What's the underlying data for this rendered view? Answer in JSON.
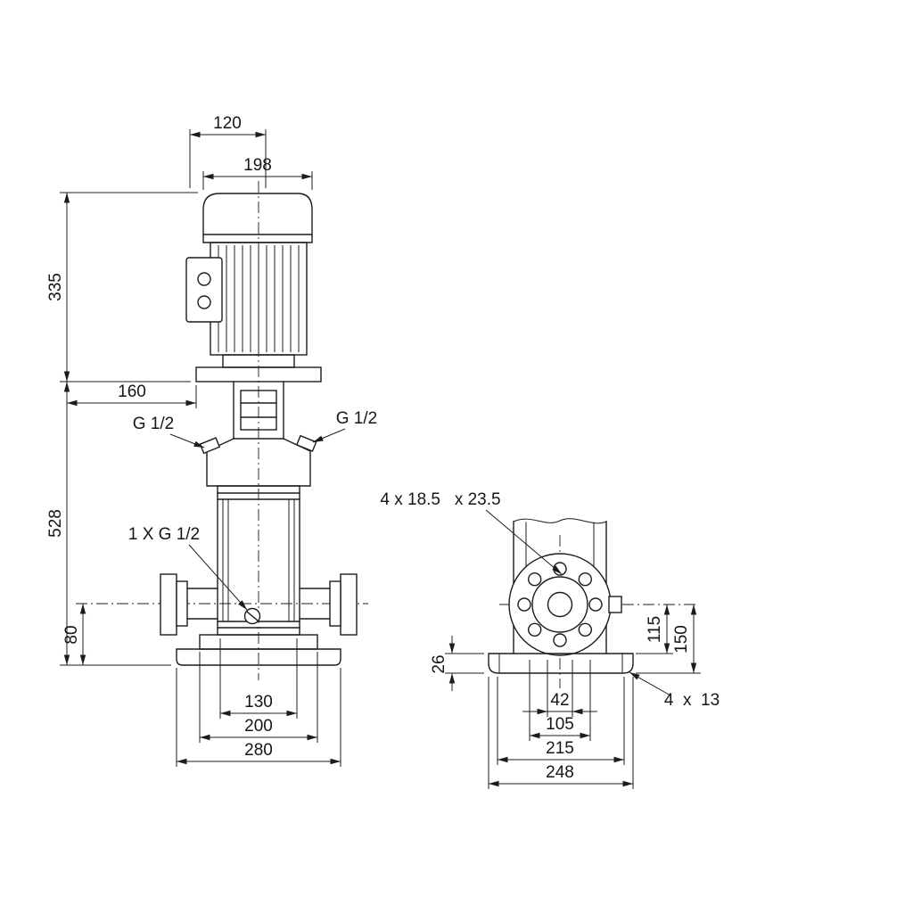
{
  "canvas": {
    "background": "#ffffff",
    "line_color": "#1c1c1c"
  },
  "front_view": {
    "dims": {
      "d120": "120",
      "d198": "198",
      "d335": "335",
      "d160": "160",
      "d528": "528",
      "d80": "80",
      "d130": "130",
      "d200": "200",
      "d280": "280"
    },
    "labels": {
      "plug_left": "G 1/2",
      "plug_right": "G 1/2",
      "drain": "1 X G 1/2"
    }
  },
  "side_view": {
    "dims": {
      "d26": "26",
      "d115": "115",
      "d150": "150",
      "d42": "42",
      "d105": "105",
      "d215": "215",
      "d248": "248"
    },
    "labels": {
      "flange_holes": "4 x 18.5   x 23.5",
      "base_holes": "4  x  13"
    }
  }
}
